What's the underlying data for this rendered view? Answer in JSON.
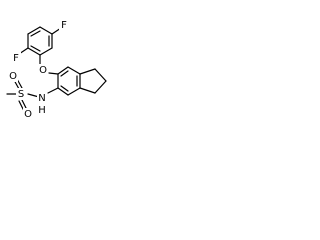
{
  "molecule": {
    "atoms": {
      "f_top": "F",
      "f_left": "F",
      "o_ether": "O",
      "s_sulfonyl": "S",
      "o_sulfonyl_top": "O",
      "o_sulfonyl_bottom": "O",
      "n_amide": "N",
      "h_amide": "H"
    }
  },
  "colors": {
    "bond": "#000000",
    "background": "#ffffff",
    "label": "#000000"
  }
}
